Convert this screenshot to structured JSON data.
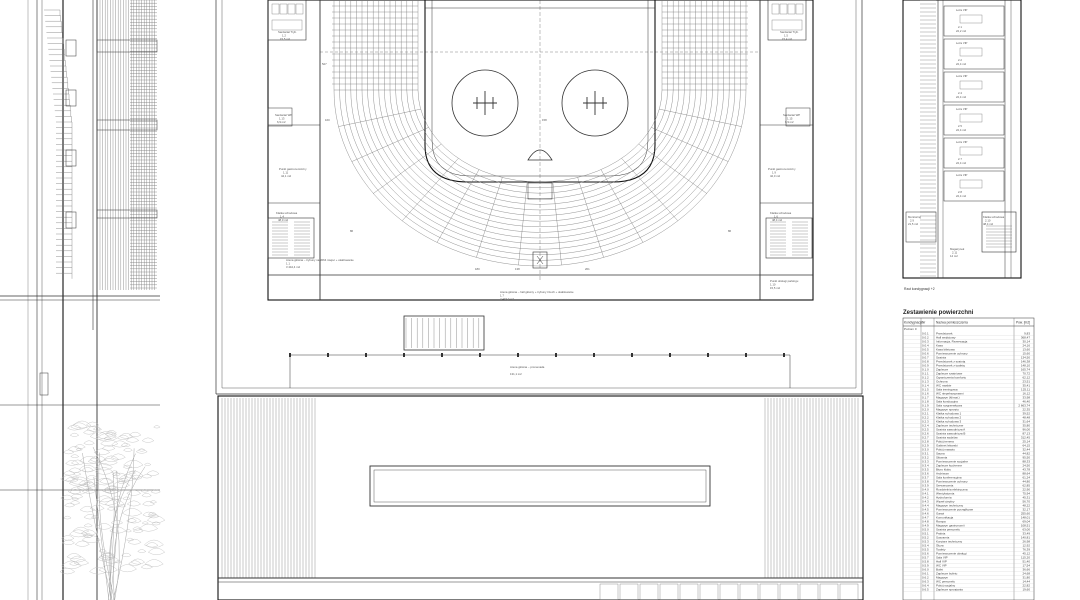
{
  "colors": {
    "line": "#333333",
    "light_line": "#8a8a8a",
    "background": "#ffffff"
  },
  "plan": {
    "rooms": [
      {
        "id": "sanitariat-top-left",
        "name": "Sanitariat Tryb.",
        "num": "1.2",
        "area": "15,5 m2"
      },
      {
        "id": "sanitariat-top-right",
        "name": "Sanitariat Tryb.",
        "num": "1.5",
        "area": "15,4 m2"
      },
      {
        "id": "sanitariat-mid-left",
        "name": "Sanitariat WP",
        "num": "1.13",
        "area": "6,9 m2"
      },
      {
        "id": "sanitariat-mid-right",
        "name": "Sanitariat WP",
        "num": "1.15",
        "area": "6,9 m2"
      },
      {
        "id": "punkt-left",
        "name": "Punkt gastronomiczny",
        "num": "1.11",
        "area": "44,1 m2"
      },
      {
        "id": "punkt-right",
        "name": "Punkt gastronomiczny",
        "num": "1.9",
        "area": "42,0 m2"
      },
      {
        "id": "klatka-left",
        "name": "Klatka schodowa",
        "num": "1.4",
        "area": "48,0 m2"
      },
      {
        "id": "klatka-right",
        "name": "Klatka schodowa",
        "num": "1.6",
        "area": "48,4 m2"
      }
    ],
    "main_hall": {
      "name": "Arena główna – trybuny na 3064 miejsc + okablowanie",
      "num": "1.1",
      "area": "3 442,4 m2"
    },
    "upper_hall": {
      "name": "Arena główna – hall główny + trybuny trzech + okablowanie",
      "num": "1.7",
      "area": "2 473,0 m2"
    },
    "promenade": {
      "name": "Arena główna – promenada",
      "num": "",
      "area": "131,1 m2"
    },
    "point_bottom": {
      "name": "Punkt obsługi parkingu",
      "num": "1.10",
      "area": "15,5 m2"
    },
    "dims": [
      "527",
      "160",
      "158",
      "180",
      "138",
      "201",
      "86",
      "86"
    ]
  },
  "side_plan": {
    "caption": "Rzut kondygnacji +2",
    "rooms": [
      {
        "name": "Loża VIP",
        "num": "2.1",
        "area": "22,2 m2"
      },
      {
        "name": "Loża VIP",
        "num": "2.2",
        "area": "22,4 m2"
      },
      {
        "name": "Loża VIP",
        "num": "2.4",
        "area": "22,4 m2"
      },
      {
        "name": "Loża VIP",
        "num": "2.5",
        "area": "22,4 m2"
      },
      {
        "name": "Loża VIP",
        "num": "2.7",
        "area": "22,4 m2"
      },
      {
        "name": "Loża VIP",
        "num": "2.8",
        "area": "22,4 m2"
      }
    ],
    "extra": [
      {
        "name": "Monitoring",
        "num": "2.9",
        "area": "21,5 m2"
      },
      {
        "name": "Klatka schodowa",
        "num": "2.10",
        "area": "48,4 m2"
      },
      {
        "name": "Magazynek",
        "num": "2.11",
        "area": "14 m2"
      }
    ]
  },
  "table": {
    "title": "Zestawienie powierzchni",
    "headers": [
      "Kondygnacja",
      "Nr",
      "Nazwa pomieszczenia",
      "Pow. [m2]"
    ],
    "subheader": "Poziom 0",
    "rows": [
      [
        "0.0.1",
        "Przedsionek",
        "9,83"
      ],
      [
        "0.0.2",
        "Hall wejściowy",
        "368,47"
      ],
      [
        "0.0.3",
        "Informacja, Rezerwacja",
        "30,14"
      ],
      [
        "0.0.4",
        "Kasa",
        "24,16"
      ],
      [
        "0.0.5",
        "Kasa biletowa",
        "13,60"
      ],
      [
        "0.0.6",
        "Pomieszczenie ochrony",
        "15,60"
      ],
      [
        "0.0.7",
        "Szatnia",
        "134,50"
      ],
      [
        "0.0.8",
        "Przedsionek z szatnią",
        "146,38"
      ],
      [
        "0.0.9",
        "Przedsionek z toaletą",
        "148,10"
      ],
      [
        "0.1.0",
        "Zaplecze",
        "165,74"
      ],
      [
        "0.1.1",
        "Zaplecze szatniowe",
        "70,72"
      ],
      [
        "0.1.2",
        "Ograniczenia komfortu",
        "62,12"
      ],
      [
        "0.1.3",
        "Ochrona",
        "23,51"
      ],
      [
        "0.1.4",
        "WC męskie",
        "35,41"
      ],
      [
        "0.1.5",
        "Sala treningowa",
        "125,11"
      ],
      [
        "0.1.6",
        "WC niepełnosprawni",
        "16,12"
      ],
      [
        "0.1.7",
        "Magazyn (klimat.)",
        "33,98"
      ],
      [
        "0.1.8",
        "Sala kondycyjna",
        "46,40"
      ],
      [
        "0.1.9",
        "Sala rozgrzewkowa",
        "2 663,74"
      ],
      [
        "0.2.0",
        "Magazyn sprzętu",
        "22,35"
      ],
      [
        "0.2.1",
        "Klatka schodowa 1",
        "39,52"
      ],
      [
        "0.2.2",
        "Klatka schodowa 2",
        "48,48"
      ],
      [
        "0.2.3",
        "Klatka schodowa 3",
        "31,64"
      ],
      [
        "0.2.4",
        "Zaplecze techniczne",
        "35,80"
      ],
      [
        "0.2.5",
        "Szatnia zawodnicza A",
        "96,00"
      ],
      [
        "0.2.6",
        "Szatnia zawodnicza B",
        "87,13"
      ],
      [
        "0.2.7",
        "Szatnia sędziów",
        "312,45"
      ],
      [
        "0.2.8",
        "Pokój trenera",
        "25,14"
      ],
      [
        "0.2.9",
        "Gabinet lekarski",
        "64,15"
      ],
      [
        "0.3.0",
        "Pokój masażu",
        "32,44"
      ],
      [
        "0.3.1",
        "Sauna",
        "44,82"
      ],
      [
        "0.3.2",
        "Siłownia",
        "95,50"
      ],
      [
        "0.3.3",
        "Pomieszczenie socjalne",
        "88,33"
      ],
      [
        "0.3.4",
        "Zaplecze kuchenne",
        "24,50"
      ],
      [
        "0.3.5",
        "Biuro klubu",
        "43,78"
      ],
      [
        "0.3.6",
        "Archiwum",
        "88,64"
      ],
      [
        "0.3.7",
        "Sala konferencyjna",
        "61,24"
      ],
      [
        "0.3.8",
        "Pomieszczenie ochrony",
        "44,80"
      ],
      [
        "0.3.9",
        "Serwerownia",
        "62,85"
      ],
      [
        "0.4.0",
        "Rozdzielnia elektryczna",
        "22,90"
      ],
      [
        "0.4.1",
        "Wentylatornia",
        "75,94"
      ],
      [
        "0.4.2",
        "Hydrofornia",
        "45,31"
      ],
      [
        "0.4.3",
        "Węzeł cieplny",
        "56,70"
      ],
      [
        "0.4.4",
        "Magazyn techniczny",
        "48,22"
      ],
      [
        "0.4.5",
        "Pomieszczenie porządkowe",
        "32,17"
      ],
      [
        "0.4.6",
        "Garaż",
        "255,60"
      ],
      [
        "0.4.7",
        "Komunikacja",
        "148,01"
      ],
      [
        "0.4.8",
        "Rampa",
        "69,04"
      ],
      [
        "0.4.9",
        "Magazyn gastronomii",
        "108,51"
      ],
      [
        "0.5.0",
        "Szatnia personelu",
        "63,00"
      ],
      [
        "0.5.1",
        "Pralnia",
        "33,49"
      ],
      [
        "0.5.2",
        "Suszarnia",
        "140,81"
      ],
      [
        "0.5.3",
        "Korytarz techniczny",
        "26,98"
      ],
      [
        "0.5.4",
        "Śluza",
        "12,92"
      ],
      [
        "0.5.5",
        "Toalety",
        "76,39"
      ],
      [
        "0.5.6",
        "Pomieszczenie obsługi",
        "45,12"
      ],
      [
        "0.5.7",
        "Sala VIP",
        "115,20"
      ],
      [
        "0.5.8",
        "Hall VIP",
        "51,40"
      ],
      [
        "0.5.9",
        "WC VIP",
        "17,54"
      ],
      [
        "0.6.0",
        "Bufet",
        "36,66"
      ],
      [
        "0.6.1",
        "Zaplecze bufetu",
        "24,68"
      ],
      [
        "0.6.2",
        "Magazyn",
        "31,80"
      ],
      [
        "0.6.3",
        "WC personelu",
        "14,44"
      ],
      [
        "0.6.4",
        "Pokój socjalny",
        "22,82"
      ],
      [
        "0.6.5",
        "Zaplecze sprzątania",
        "19,60"
      ]
    ]
  }
}
